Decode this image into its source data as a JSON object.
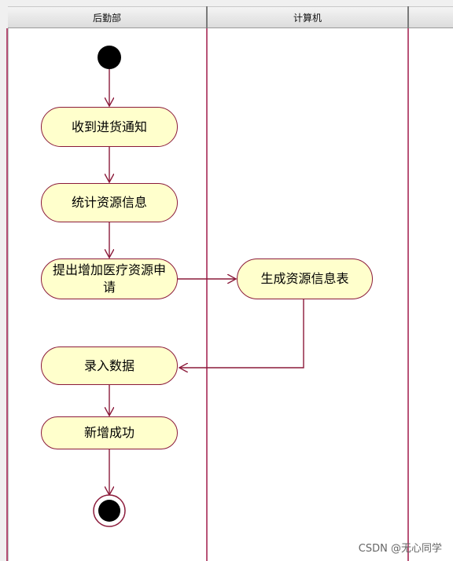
{
  "swimlanes": [
    {
      "id": "logistics",
      "label": "后勤部"
    },
    {
      "id": "computer",
      "label": "计算机"
    }
  ],
  "activities": [
    {
      "id": "receive",
      "label": "收到进货通知",
      "lane": "logistics"
    },
    {
      "id": "stats",
      "label": "统计资源信息",
      "lane": "logistics"
    },
    {
      "id": "propose",
      "label": "提出增加医疗资源申请",
      "lane": "logistics"
    },
    {
      "id": "generate",
      "label": "生成资源信息表",
      "lane": "computer"
    },
    {
      "id": "enter",
      "label": "录入数据",
      "lane": "logistics"
    },
    {
      "id": "success",
      "label": "新增成功",
      "lane": "logistics"
    }
  ],
  "flows": [
    [
      "start",
      "receive"
    ],
    [
      "receive",
      "stats"
    ],
    [
      "stats",
      "propose"
    ],
    [
      "propose",
      "generate"
    ],
    [
      "generate",
      "enter"
    ],
    [
      "enter",
      "success"
    ],
    [
      "success",
      "end"
    ]
  ],
  "colors": {
    "stroke": "#8b1a3a",
    "activity_fill": "#ffffcc",
    "lane_line": "#a01a4a",
    "node": "#000000"
  },
  "watermark": "CSDN @无心同学"
}
